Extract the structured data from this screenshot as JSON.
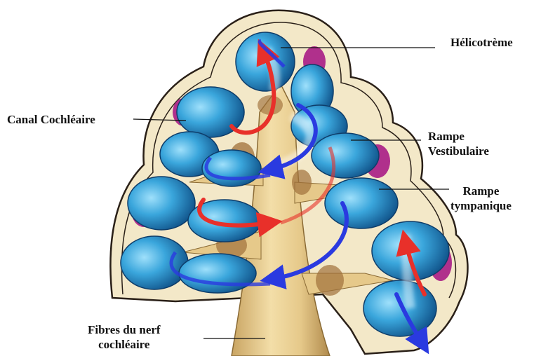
{
  "labels": {
    "helicotreme": "Hélicotrème",
    "canal_cochleaire": "Canal Cochléaire",
    "rampe_vestibulaire_line1": "Rampe",
    "rampe_vestibulaire_line2": "Vestibulaire",
    "rampe_tympanique_line1": "Rampe",
    "rampe_tympanique_line2": "tympanique",
    "fibres_line1": "Fibres du nerf",
    "fibres_line2": "cochléaire"
  },
  "colors": {
    "background": "#ffffff",
    "bone_wall": "#f3e8c8",
    "bone_outline": "#2a2018",
    "scala_blue": "#3aa6dc",
    "scala_blue_dark": "#0e4f86",
    "scala_blue_light": "#8fd6f5",
    "canal_magenta": "#b0308c",
    "nerve_tan": "#e6c98a",
    "nerve_shadow": "#b08a4c",
    "spongy_brown": "#a0703a",
    "arrow_red": "#e8302a",
    "arrow_blue": "#2a3ae0",
    "leader_line": "#111111"
  },
  "diagram": {
    "subject": "cochlea-cross-section",
    "arrow_directions": {
      "red": "ascending-toward-apex",
      "blue": "descending-toward-base"
    }
  }
}
